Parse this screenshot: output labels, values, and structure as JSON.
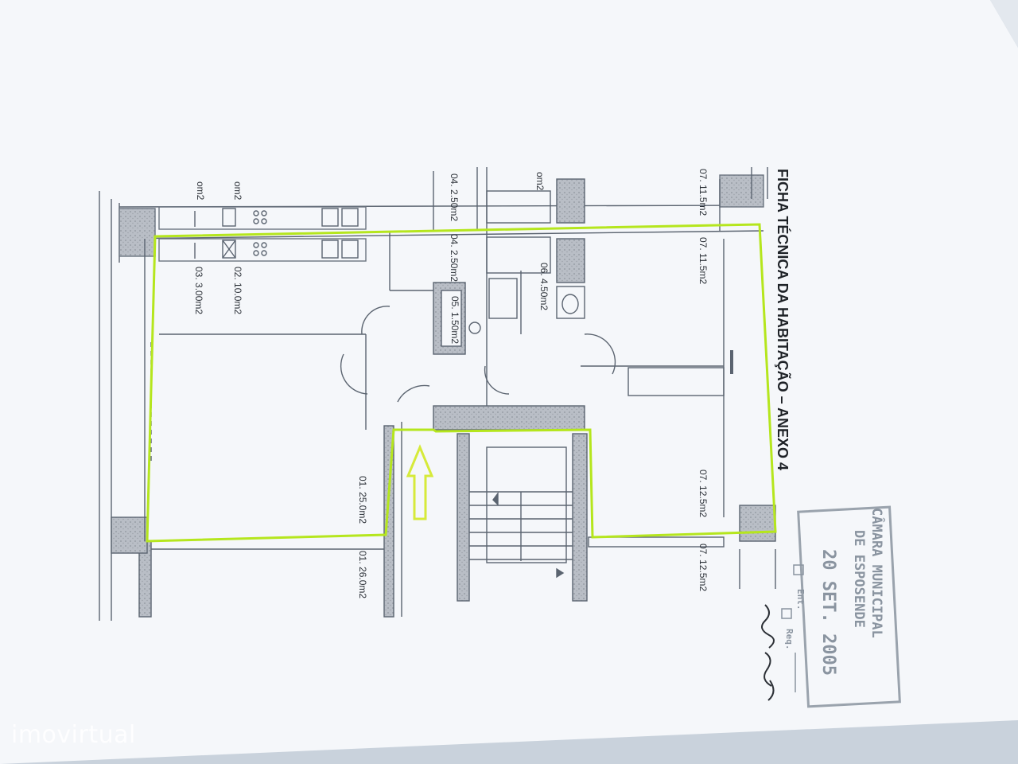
{
  "title": "FICHA TÉCNICA DA HABITAÇÃO – ANEXO 4",
  "rooms": {
    "r01a": "01. 25.0m2",
    "r01b": "01. 26.0m2",
    "r02": "02. 10.0m2",
    "r03": "03. 3.00m2",
    "r04a": "04. 2.50m2",
    "r04b": "04. 2.50m2",
    "r05": "05. 1.50m2",
    "r06": "06. 4.50m2",
    "r07a": "07. 11.5m2",
    "r07b": "07. 11.5m2",
    "r07c": "07. 12.5m2",
    "r07d": "07. 12.5m2",
    "frag_om2a": "om2",
    "frag_om2b": "om2",
    "frag_om2c": "om2"
  },
  "stamp": {
    "line1": "CÂMARA MUNICIPAL",
    "line2": "DE ESPOSENDE",
    "date": "20 SET. 2005",
    "ent": "Ent.",
    "req": "Req."
  },
  "colors": {
    "highlight": "#b5e61d",
    "arrow": "#d6ea3a",
    "paper": "#f4f6f9",
    "line": "#5b6470"
  },
  "watermark": "imovirtual"
}
